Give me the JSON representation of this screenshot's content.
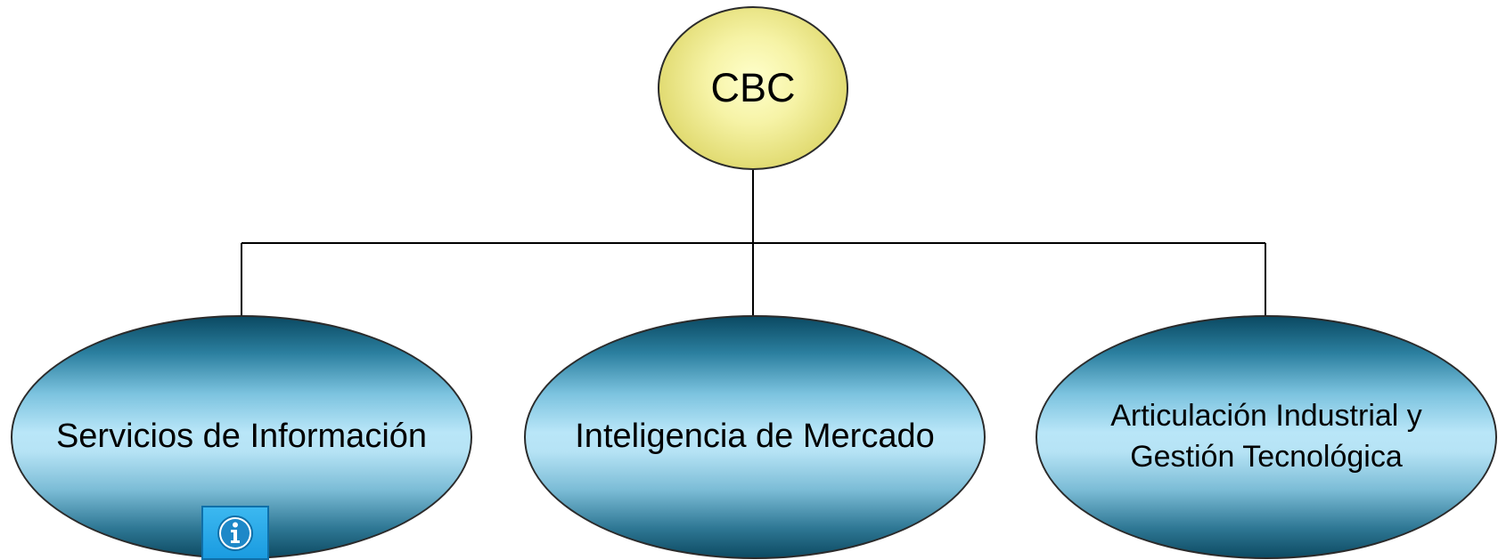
{
  "diagram": {
    "root": {
      "label": "CBC",
      "color": "#f2ef9a"
    },
    "children": [
      {
        "label": "Servicios de Información"
      },
      {
        "label": "Inteligencia de Mercado"
      },
      {
        "label": "Articulación Industrial y Gestión Tecnológica"
      }
    ],
    "child_color": "#7cc3df",
    "info_button": {
      "icon": "info-icon",
      "color": "#1a9be0"
    }
  }
}
